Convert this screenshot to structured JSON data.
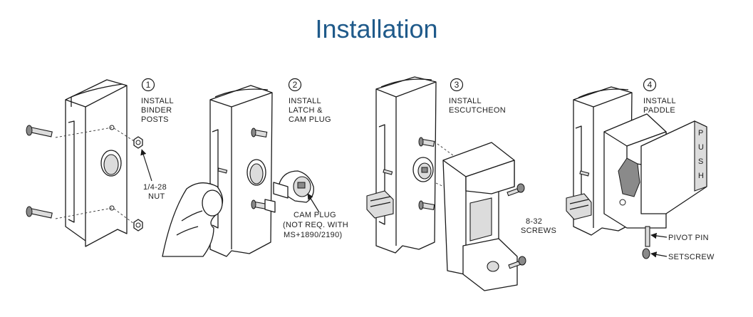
{
  "title": "Installation",
  "accent_color": "#1f5a8a",
  "steps": [
    {
      "number": "1",
      "label_lines": [
        "INSTALL",
        "BINDER",
        "POSTS"
      ]
    },
    {
      "number": "2",
      "label_lines": [
        "INSTALL",
        "LATCH &",
        "CAM PLUG"
      ]
    },
    {
      "number": "3",
      "label_lines": [
        "INSTALL",
        "ESCUTCHEON"
      ]
    },
    {
      "number": "4",
      "label_lines": [
        "INSTALL",
        "PADDLE"
      ]
    }
  ],
  "callouts": {
    "nut": [
      "1/4-28",
      "NUT"
    ],
    "cam_plug": [
      "CAM PLUG",
      "(NOT REQ. WITH",
      "MS+1890/2190)"
    ],
    "screws": [
      "8-32",
      "SCREWS"
    ],
    "pivot_pin": "PIVOT PIN",
    "setscrew": "SETSCREW",
    "paddle_text": [
      "P",
      "U",
      "S",
      "H"
    ]
  }
}
